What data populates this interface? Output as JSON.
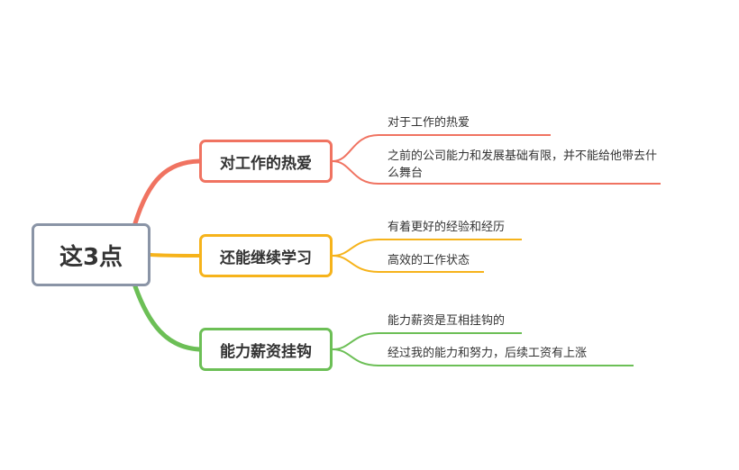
{
  "root": {
    "label": "这3点"
  },
  "branches": [
    {
      "label": "对工作的热爱",
      "color": "#f07361",
      "leaves": [
        "对于工作的热爱",
        "之前的公司能力和发展基础有限，并不能给他带去什么舞台"
      ]
    },
    {
      "label": "还能继续学习",
      "color": "#f6b31b",
      "leaves": [
        "有着更好的经验和经历",
        "高效的工作状态"
      ]
    },
    {
      "label": "能力薪资挂钩",
      "color": "#6cbf56",
      "leaves": [
        "能力薪资是互相挂钩的",
        "经过我的能力和努力，后续工资有上涨"
      ]
    }
  ]
}
